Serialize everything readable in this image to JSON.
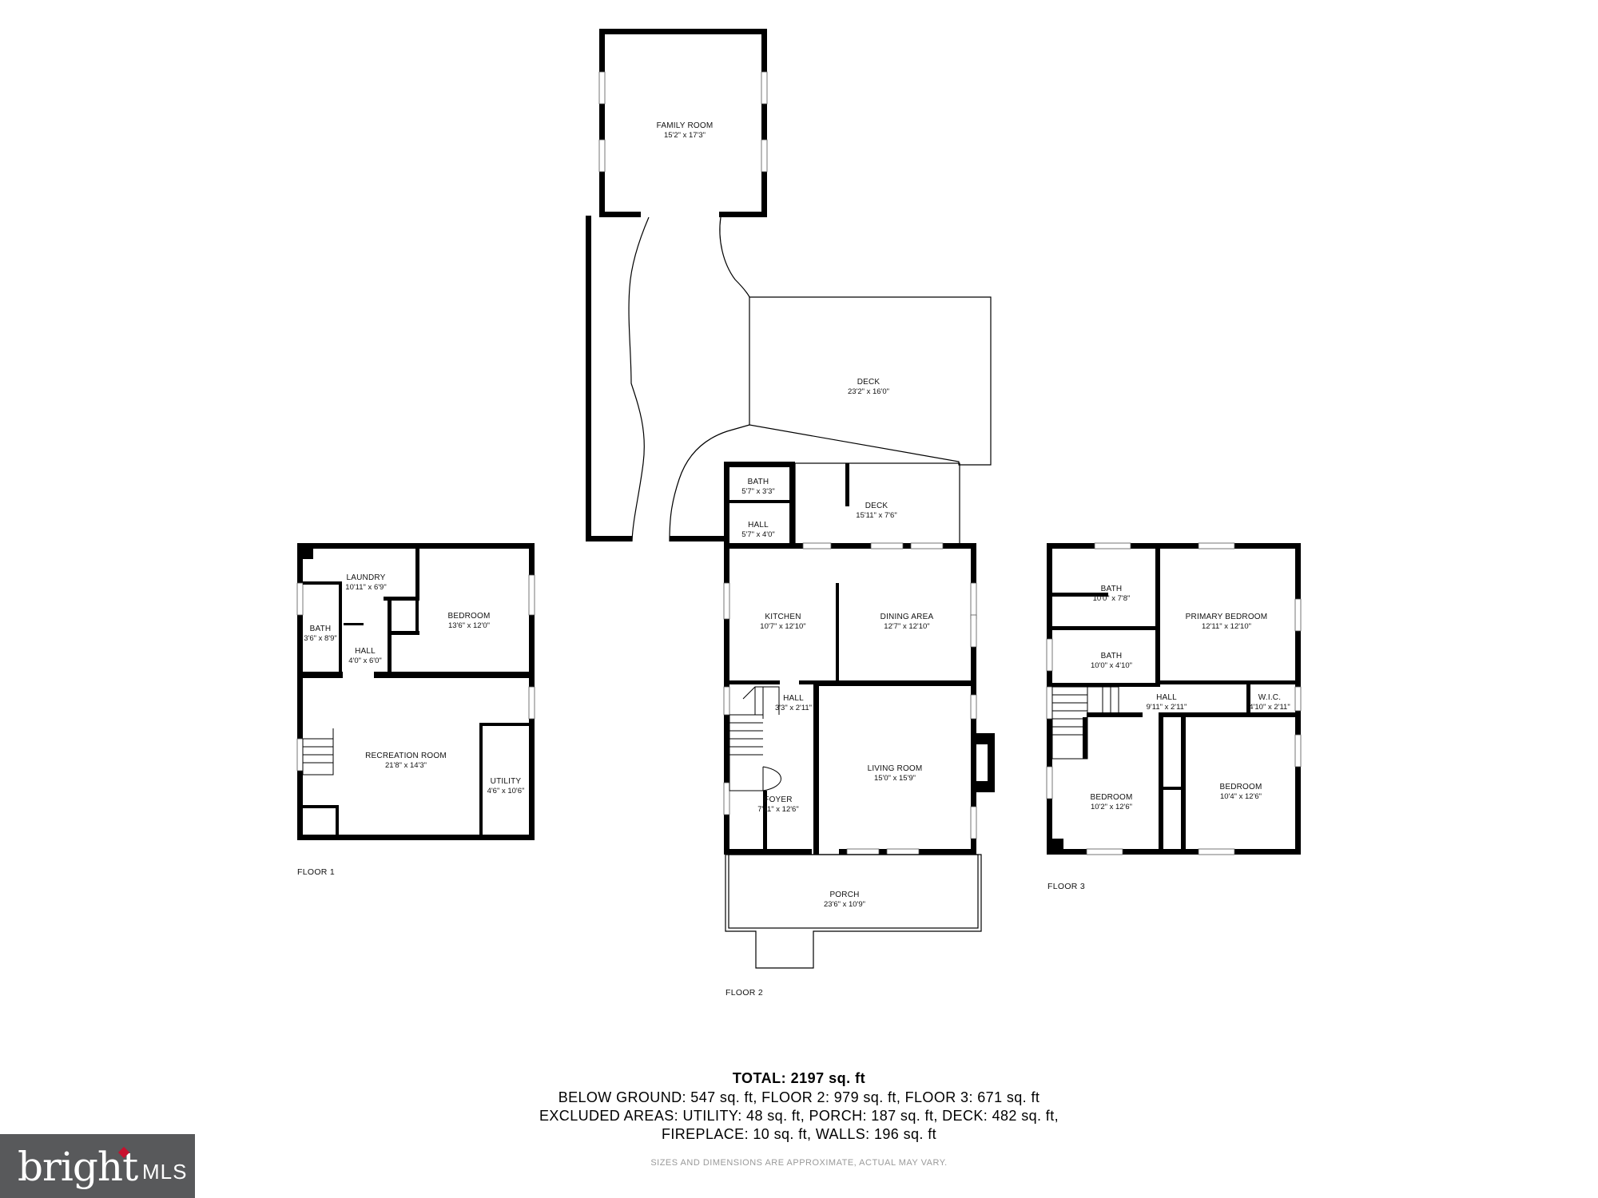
{
  "rooms": {
    "family_room": {
      "name": "FAMILY ROOM",
      "dim": "15'2\" x 17'3\""
    },
    "deck_upper": {
      "name": "DECK",
      "dim": "23'2\" x 16'0\""
    },
    "bath_f2": {
      "name": "BATH",
      "dim": "5'7\" x 3'3\""
    },
    "hall_f2_top": {
      "name": "HALL",
      "dim": "5'7\" x 4'0\""
    },
    "deck_lower": {
      "name": "DECK",
      "dim": "15'11\" x 7'6\""
    },
    "kitchen": {
      "name": "KITCHEN",
      "dim": "10'7\" x 12'10\""
    },
    "dining_area": {
      "name": "DINING AREA",
      "dim": "12'7\" x 12'10\""
    },
    "hall_f2_mid": {
      "name": "HALL",
      "dim": "3'3\" x 2'11\""
    },
    "living_room": {
      "name": "LIVING ROOM",
      "dim": "15'0\" x 15'9\""
    },
    "foyer": {
      "name": "FOYER",
      "dim": "7'11\" x 12'6\""
    },
    "porch": {
      "name": "PORCH",
      "dim": "23'6\" x 10'9\""
    },
    "laundry": {
      "name": "LAUNDRY",
      "dim": "10'11\" x 6'9\""
    },
    "bedroom_f1": {
      "name": "BEDROOM",
      "dim": "13'6\" x 12'0\""
    },
    "bath_f1": {
      "name": "BATH",
      "dim": "3'6\" x 8'9\""
    },
    "hall_f1": {
      "name": "HALL",
      "dim": "4'0\" x 6'0\""
    },
    "recreation": {
      "name": "RECREATION ROOM",
      "dim": "21'8\" x 14'3\""
    },
    "utility": {
      "name": "UTILITY",
      "dim": "4'6\" x 10'6\""
    },
    "bath_f3_a": {
      "name": "BATH",
      "dim": "10'0\" x 7'8\""
    },
    "primary_bed": {
      "name": "PRIMARY BEDROOM",
      "dim": "12'11\" x 12'10\""
    },
    "bath_f3_b": {
      "name": "BATH",
      "dim": "10'0\" x 4'10\""
    },
    "hall_f3": {
      "name": "HALL",
      "dim": "9'11\" x 2'11\""
    },
    "wic": {
      "name": "W.I.C.",
      "dim": "4'10\" x 2'11\""
    },
    "bedroom_f3_a": {
      "name": "BEDROOM",
      "dim": "10'2\" x 12'6\""
    },
    "bedroom_f3_b": {
      "name": "BEDROOM",
      "dim": "10'4\" x 12'6\""
    }
  },
  "floors": {
    "floor1": "FLOOR 1",
    "floor2": "FLOOR 2",
    "floor3": "FLOOR 3"
  },
  "summary": {
    "total": "TOTAL: 2197 sq. ft",
    "line1": "BELOW GROUND: 547 sq. ft, FLOOR 2: 979 sq. ft, FLOOR 3: 671 sq. ft",
    "line2": "EXCLUDED AREAS: UTILITY: 48 sq. ft, PORCH: 187 sq. ft, DECK: 482 sq. ft,",
    "line3": "FIREPLACE: 10 sq. ft, WALLS: 196 sq. ft",
    "disclaimer": "SIZES AND DIMENSIONS ARE APPROXIMATE, ACTUAL MAY VARY."
  },
  "logo": {
    "brand": "bright",
    "suffix": "MLS",
    "accent_color": "#c8102e",
    "background_color": "#58595b"
  }
}
